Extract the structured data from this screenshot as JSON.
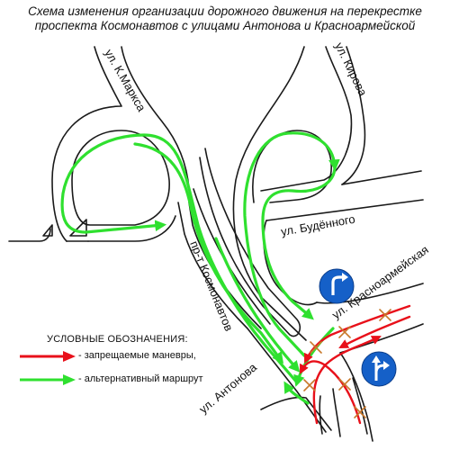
{
  "title": {
    "line1": "Схема изменения организации дорожного движения на перекрестке",
    "line2": "проспекта Космонавтов с улицами Антонова и Красноармейской"
  },
  "streets": {
    "k_marksa": "ул. К.Маркса",
    "kirova": "ул. Кирова",
    "budennogo": "ул. Будённого",
    "kosmonavtov": "пр-т Космонавтов",
    "krasnoarmeyskaya": "ул. Красноармейская",
    "antonova": "ул. Антонова"
  },
  "legend": {
    "title": "УСЛОВНЫЕ ОБОЗНАЧЕНИЯ:",
    "forbidden": "- запрещаемые маневры,",
    "alternative": "- альтернативный маршрут"
  },
  "colors": {
    "forbidden": "#e8101a",
    "alternative": "#2fe02f",
    "cross": "#c8782a",
    "sign": "#1560c8"
  },
  "icons": {
    "sign_right_turn": "turn-right-sign-icon",
    "sign_straight_right": "straight-or-right-sign-icon"
  }
}
